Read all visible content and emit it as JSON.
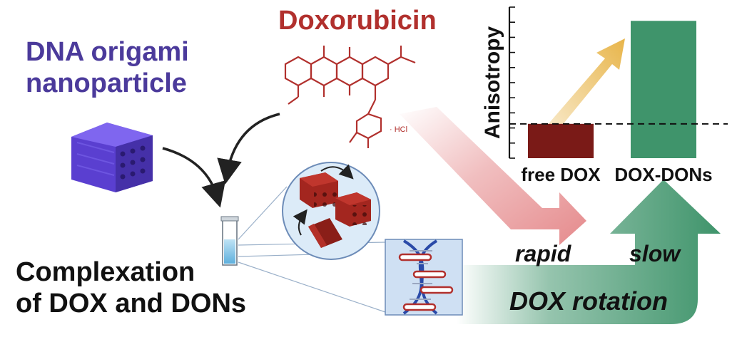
{
  "labels": {
    "nanoparticle_line1": "DNA origami",
    "nanoparticle_line2": "nanoparticle",
    "drug": "Doxorubicin",
    "complex_line1": "Complexation",
    "complex_line2": "of DOX and DONs",
    "rapid": "rapid",
    "slow": "slow",
    "rotation": "DOX rotation",
    "hcl_mark": "· HCl"
  },
  "chart_data": {
    "type": "bar",
    "title": "",
    "ylabel": "Anisotropy",
    "xlabel": "",
    "categories": [
      "free DOX",
      "DOX-DONs"
    ],
    "values": [
      0.25,
      1.0
    ],
    "ylim": [
      0,
      1.1
    ],
    "baseline": 0.25,
    "bar_colors": [
      "#7a1a17",
      "#3f946b"
    ],
    "y_ticks_labeled": false,
    "grid": false
  },
  "colors": {
    "purple": "#4b3a9b",
    "dox_red": "#b1302d",
    "bar_red": "#7a1a17",
    "bar_green": "#3f946b",
    "arrow_gold": "#e8b54a",
    "pink_arrow": "#e58a8c"
  }
}
